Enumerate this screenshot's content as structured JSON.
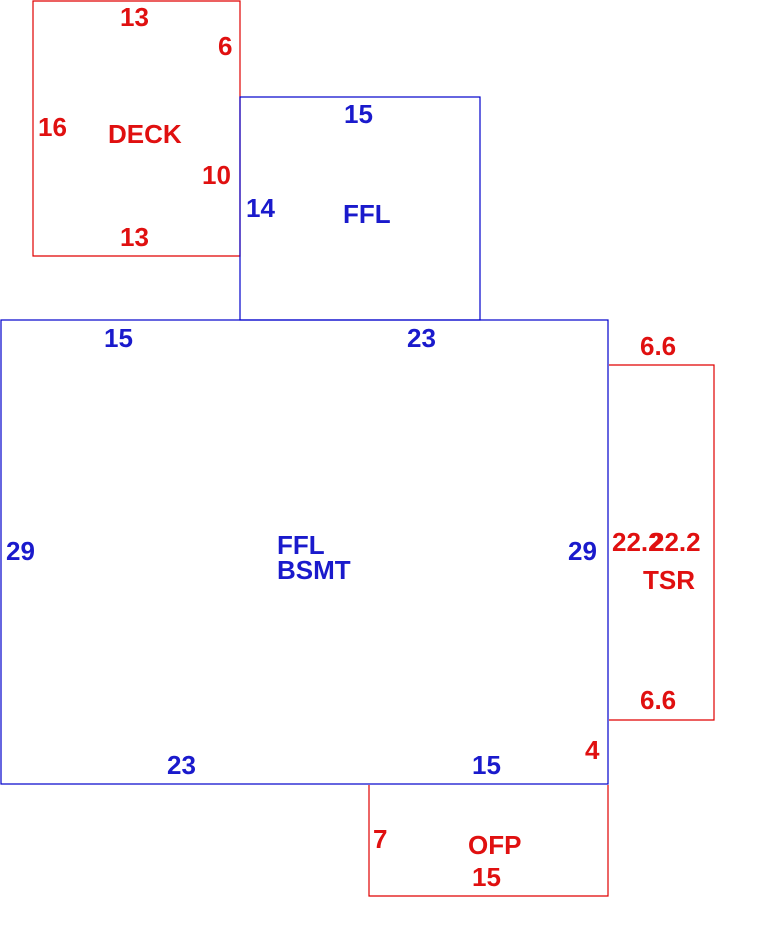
{
  "colors": {
    "living_area": "#1a1acc",
    "attached_area": "#e01010"
  },
  "deck": {
    "label": "DECK",
    "dims": {
      "top": "13",
      "right_upper": "6",
      "left": "16",
      "right_lower": "10",
      "bottom": "13"
    }
  },
  "upper_ffl": {
    "label": "FFL",
    "dims": {
      "top": "15",
      "left": "14"
    }
  },
  "main": {
    "label_line1": "FFL",
    "label_line2": "BSMT",
    "dims": {
      "top_left": "15",
      "top_right": "23",
      "left": "29",
      "right": "29",
      "bottom_left": "23",
      "bottom_right": "15"
    }
  },
  "tsr": {
    "label": "TSR",
    "dims": {
      "top": "6.6",
      "left": "22.2",
      "right": "22.2",
      "bottom": "6.6"
    },
    "offset": "4"
  },
  "ofp": {
    "label": "OFP",
    "dims": {
      "left": "7",
      "bottom": "15"
    }
  }
}
